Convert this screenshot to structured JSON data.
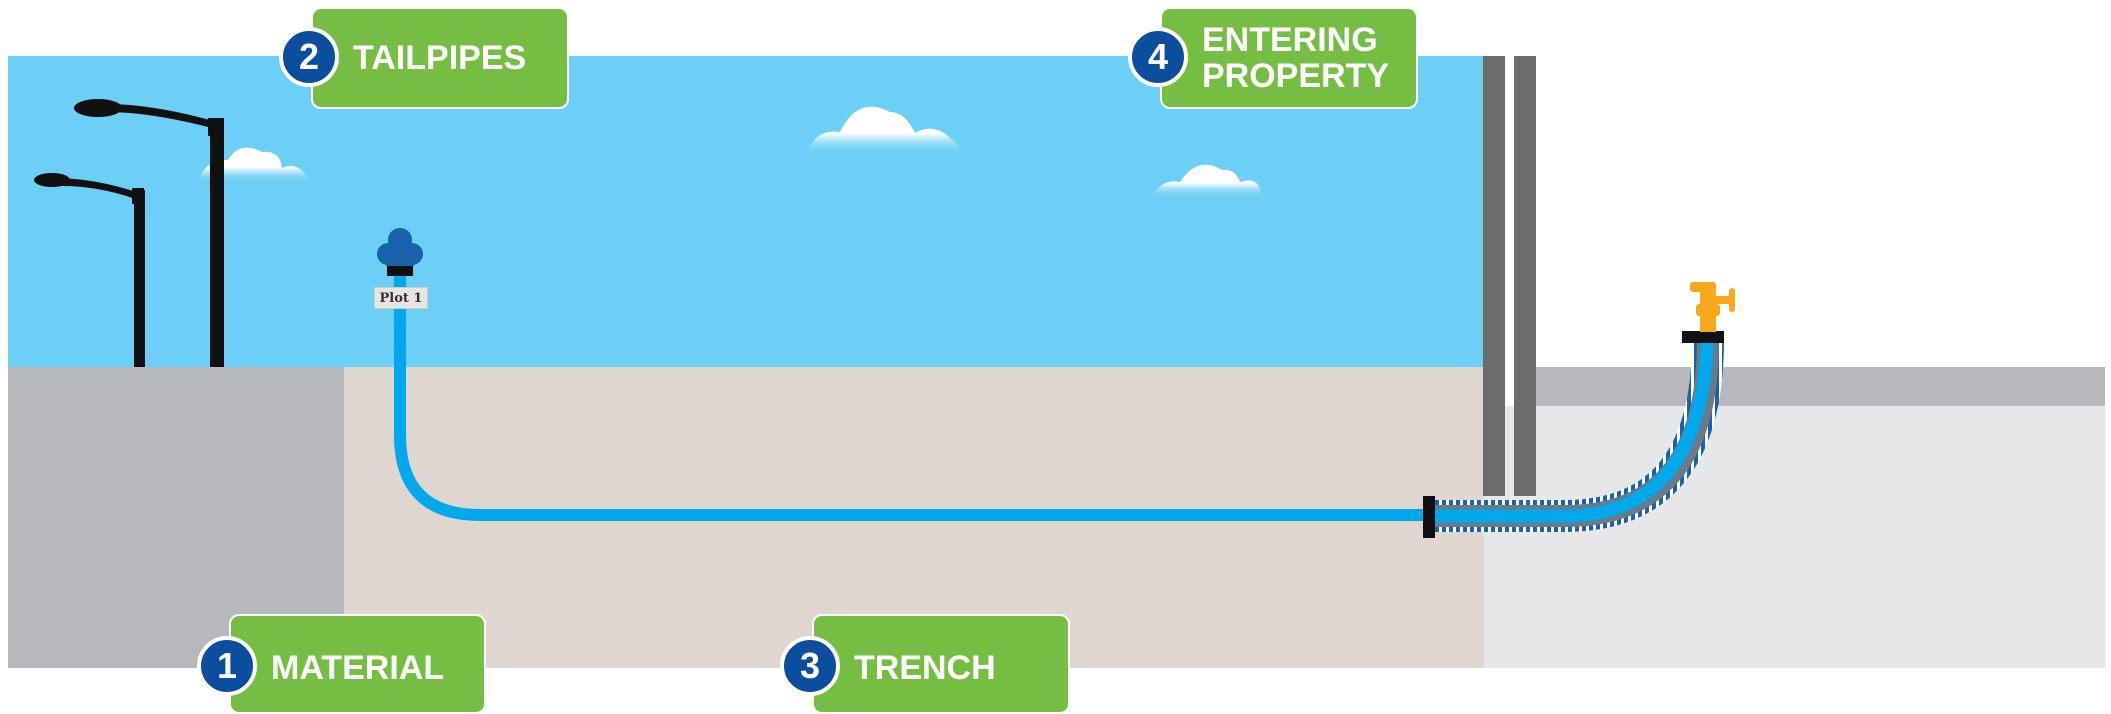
{
  "steps": [
    {
      "number": "1",
      "label": "MATERIAL"
    },
    {
      "number": "2",
      "label": "TAILPIPES"
    },
    {
      "number": "3",
      "label": "TRENCH"
    },
    {
      "number": "4",
      "label": "ENTERING\nPROPERTY"
    }
  ],
  "plot_label": "Plot 1",
  "colors": {
    "sky": "#6ccff6",
    "pavement": "#b7b8bb",
    "soil": "#dfd6d0",
    "property_ground": "#e6e7e9",
    "pipe": "#00a9ec",
    "label_green": "#76bd43",
    "badge_blue": "#0c4e9e",
    "tap": "#f7a81b"
  },
  "icons": [
    "street-lamp-icon",
    "cloud-icon",
    "stop-tap-icon",
    "tap-icon"
  ]
}
